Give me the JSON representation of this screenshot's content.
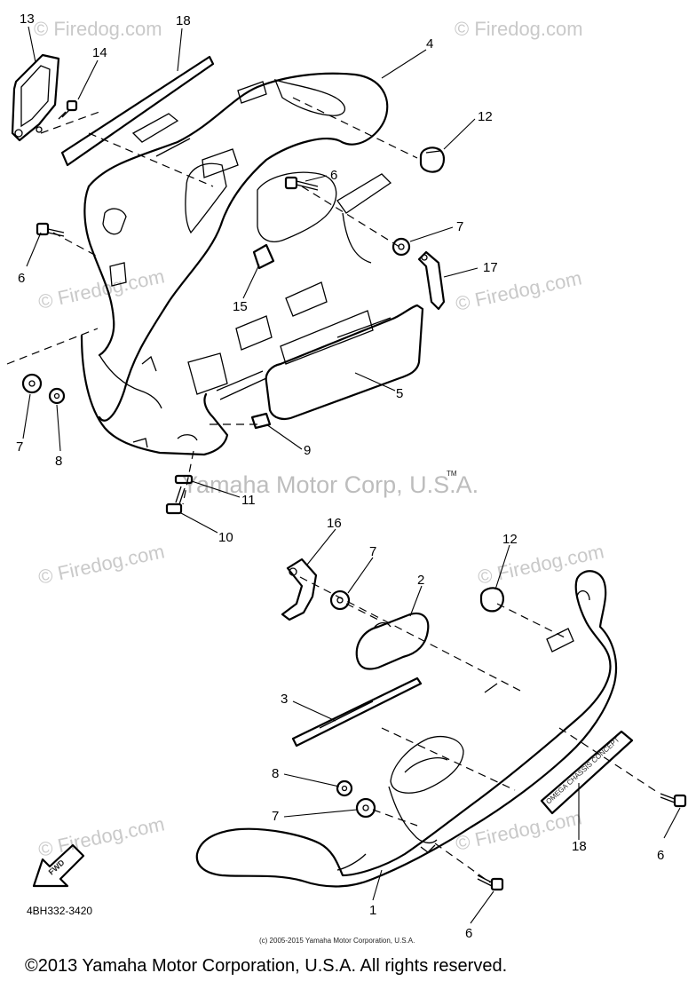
{
  "watermarks": {
    "site": "© Firedog.com",
    "brand": "Yamaha Motor Corp, U.S.A.",
    "tm": "TM"
  },
  "callouts": {
    "c13": "13",
    "c18a": "18",
    "c14": "14",
    "c4": "4",
    "c12a": "12",
    "c6a": "6",
    "c6b": "6",
    "c7a": "7",
    "c17": "17",
    "c15": "15",
    "c5": "5",
    "c7b": "7",
    "c8a": "8",
    "c9": "9",
    "c11": "11",
    "c10": "10",
    "c16": "16",
    "c7c": "7",
    "c12b": "12",
    "c2": "2",
    "c3": "3",
    "c8b": "8",
    "c7d": "7",
    "c18b": "18",
    "c6c": "6",
    "c1": "1",
    "c6d": "6"
  },
  "decal_text": "OMEGA CHASSIS CONCEPT",
  "fwd_label": "FWD",
  "diagram_code": "4BH332-3420",
  "small_copyright": "(c) 2005-2015 Yamaha Motor Corporation, U.S.A.",
  "footer": "©2013 Yamaha Motor Corporation, U.S.A. All rights reserved."
}
